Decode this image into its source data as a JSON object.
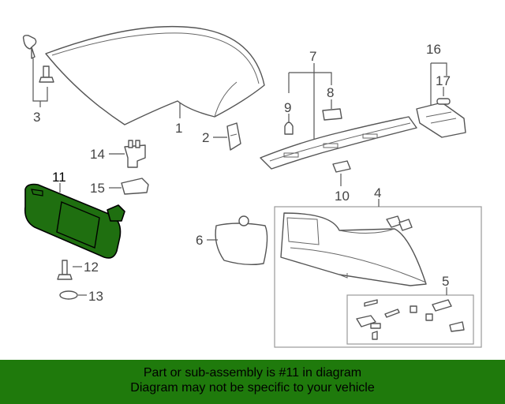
{
  "labels": {
    "c1": "1",
    "c2": "2",
    "c3": "3",
    "c4": "4",
    "c5": "5",
    "c6": "6",
    "c7": "7",
    "c8": "8",
    "c9": "9",
    "c10": "10",
    "c11": "11",
    "c12": "12",
    "c13": "13",
    "c14": "14",
    "c15": "15",
    "c16": "16",
    "c17": "17"
  },
  "highlight": {
    "callout": "11",
    "color": "#1f7a0c"
  },
  "banner": {
    "line1": "Part or sub-assembly is #11 in diagram",
    "line2": "Diagram may not be specific to your vehicle",
    "background": "#1f7a0c"
  }
}
